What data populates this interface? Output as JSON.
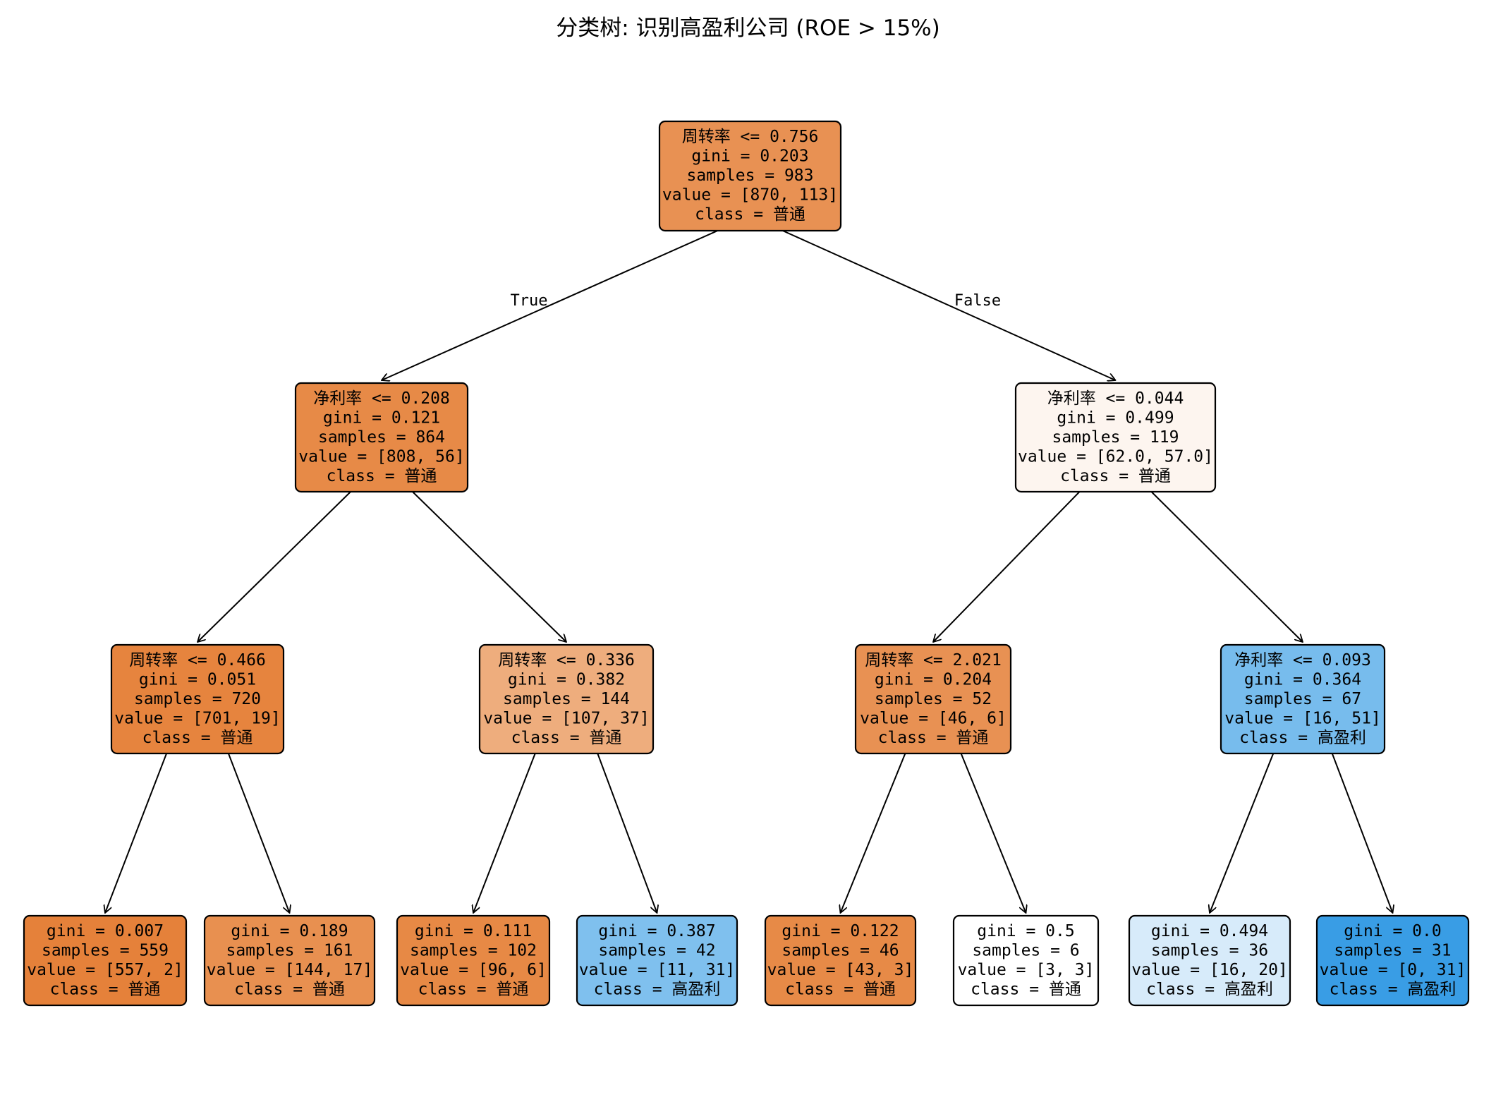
{
  "title": "分类树: 识别高盈利公司 (ROE > 15%)",
  "class_names": [
    "普通",
    "高盈利"
  ],
  "class_colors": [
    "#e58139",
    "#399de5"
  ],
  "edge_labels": {
    "true": "True",
    "false": "False"
  },
  "nodes": [
    {
      "id": 0,
      "split": "周转率 <= 0.756",
      "gini": "0.203",
      "samples": "983",
      "value": "[870, 113]",
      "v": [
        870,
        113
      ],
      "class": "普通",
      "children": [
        1,
        8
      ]
    },
    {
      "id": 1,
      "split": "净利率 <= 0.208",
      "gini": "0.121",
      "samples": "864",
      "value": "[808, 56]",
      "v": [
        808,
        56
      ],
      "class": "普通",
      "children": [
        2,
        5
      ]
    },
    {
      "id": 2,
      "split": "周转率 <= 0.466",
      "gini": "0.051",
      "samples": "720",
      "value": "[701, 19]",
      "v": [
        701,
        19
      ],
      "class": "普通",
      "children": [
        3,
        4
      ]
    },
    {
      "id": 3,
      "split": null,
      "gini": "0.007",
      "samples": "559",
      "value": "[557, 2]",
      "v": [
        557,
        2
      ],
      "class": "普通",
      "children": []
    },
    {
      "id": 4,
      "split": null,
      "gini": "0.189",
      "samples": "161",
      "value": "[144, 17]",
      "v": [
        144,
        17
      ],
      "class": "普通",
      "children": []
    },
    {
      "id": 5,
      "split": "周转率 <= 0.336",
      "gini": "0.382",
      "samples": "144",
      "value": "[107, 37]",
      "v": [
        107,
        37
      ],
      "class": "普通",
      "children": [
        6,
        7
      ]
    },
    {
      "id": 6,
      "split": null,
      "gini": "0.111",
      "samples": "102",
      "value": "[96, 6]",
      "v": [
        96,
        6
      ],
      "class": "普通",
      "children": []
    },
    {
      "id": 7,
      "split": null,
      "gini": "0.387",
      "samples": "42",
      "value": "[11, 31]",
      "v": [
        11,
        31
      ],
      "class": "高盈利",
      "children": []
    },
    {
      "id": 8,
      "split": "净利率 <= 0.044",
      "gini": "0.499",
      "samples": "119",
      "value": "[62.0, 57.0]",
      "v": [
        62,
        57
      ],
      "class": "普通",
      "children": [
        9,
        12
      ]
    },
    {
      "id": 9,
      "split": "周转率 <= 2.021",
      "gini": "0.204",
      "samples": "52",
      "value": "[46, 6]",
      "v": [
        46,
        6
      ],
      "class": "普通",
      "children": [
        10,
        11
      ]
    },
    {
      "id": 10,
      "split": null,
      "gini": "0.122",
      "samples": "46",
      "value": "[43, 3]",
      "v": [
        43,
        3
      ],
      "class": "普通",
      "children": []
    },
    {
      "id": 11,
      "split": null,
      "gini": "0.5",
      "samples": "6",
      "value": "[3, 3]",
      "v": [
        3,
        3
      ],
      "class": "普通",
      "children": []
    },
    {
      "id": 12,
      "split": "净利率 <= 0.093",
      "gini": "0.364",
      "samples": "67",
      "value": "[16, 51]",
      "v": [
        16,
        51
      ],
      "class": "高盈利",
      "children": [
        13,
        14
      ]
    },
    {
      "id": 13,
      "split": null,
      "gini": "0.494",
      "samples": "36",
      "value": "[16, 20]",
      "v": [
        16,
        20
      ],
      "class": "高盈利",
      "children": []
    },
    {
      "id": 14,
      "split": null,
      "gini": "0.0",
      "samples": "31",
      "value": "[0, 31]",
      "v": [
        0,
        31
      ],
      "class": "高盈利",
      "children": []
    }
  ]
}
